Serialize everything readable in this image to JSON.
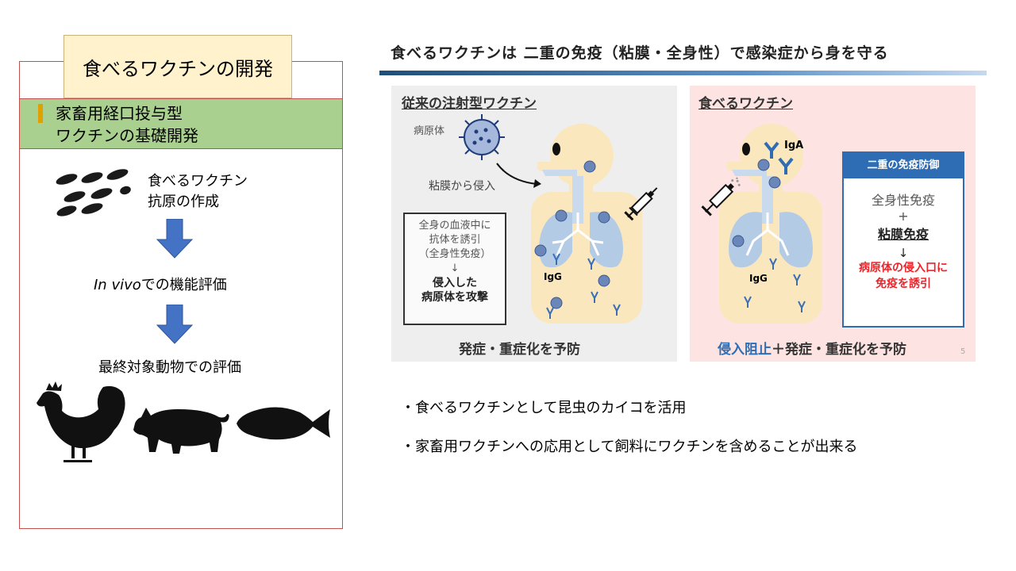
{
  "left": {
    "main_title": "食べるワクチンの開発",
    "band_line1": "家畜用経口投与型",
    "band_line2": "ワクチンの基礎開発",
    "step1_line1": "食べるワクチン",
    "step1_line2": "抗原の作成",
    "step2_italic": "In vivo",
    "step2_rest": "での機能評価",
    "step3": "最終対象動物での評価"
  },
  "right": {
    "title": "食べるワクチンは 二重の免疫（粘膜・全身性）で感染症から身を守る",
    "conventional": {
      "heading": "従来の注射型ワクチン",
      "pathogen_label": "病原体",
      "mucosa_label": "粘膜から侵入",
      "box_line1": "全身の血液中に",
      "box_line2": "抗体を誘引",
      "box_line3": "（全身性免疫）",
      "box_arrow": "↓",
      "box_line4": "侵入した",
      "box_line5": "病原体を攻撃",
      "igg": "IgG",
      "footer": "発症・重症化を予防"
    },
    "edible": {
      "heading": "食べるワクチン",
      "iga": "IgA",
      "igg": "IgG",
      "dual_title": "二重の免疫防御",
      "systemic": "全身性免疫",
      "plus": "+",
      "mucosal": "粘膜免疫",
      "arrow": "↓",
      "red_line1": "病原体の侵入口に",
      "red_line2": "免疫を誘引",
      "footer_blue": "侵入阻止",
      "footer_rest": "＋発症・重症化を予防",
      "page_no": "5"
    },
    "bullets": [
      "・食べるワクチンとして昆虫のカイコを活用",
      "・家畜用ワクチンへの応用として飼料にワクチンを含めることが出来る"
    ]
  },
  "colors": {
    "frame_red": "#c0504d",
    "title_yellow": "#fff2cc",
    "band_green": "#a9d08e",
    "arrow_blue": "#4472c4",
    "accent_red": "#e8262b",
    "accent_blue": "#2e6db4"
  },
  "icons": [
    "silkworm-icon",
    "down-arrow-icon",
    "rooster-icon",
    "pig-icon",
    "fish-icon",
    "virus-icon",
    "syringe-icon",
    "human-figure-icon",
    "lungs-icon",
    "antibody-icon"
  ]
}
